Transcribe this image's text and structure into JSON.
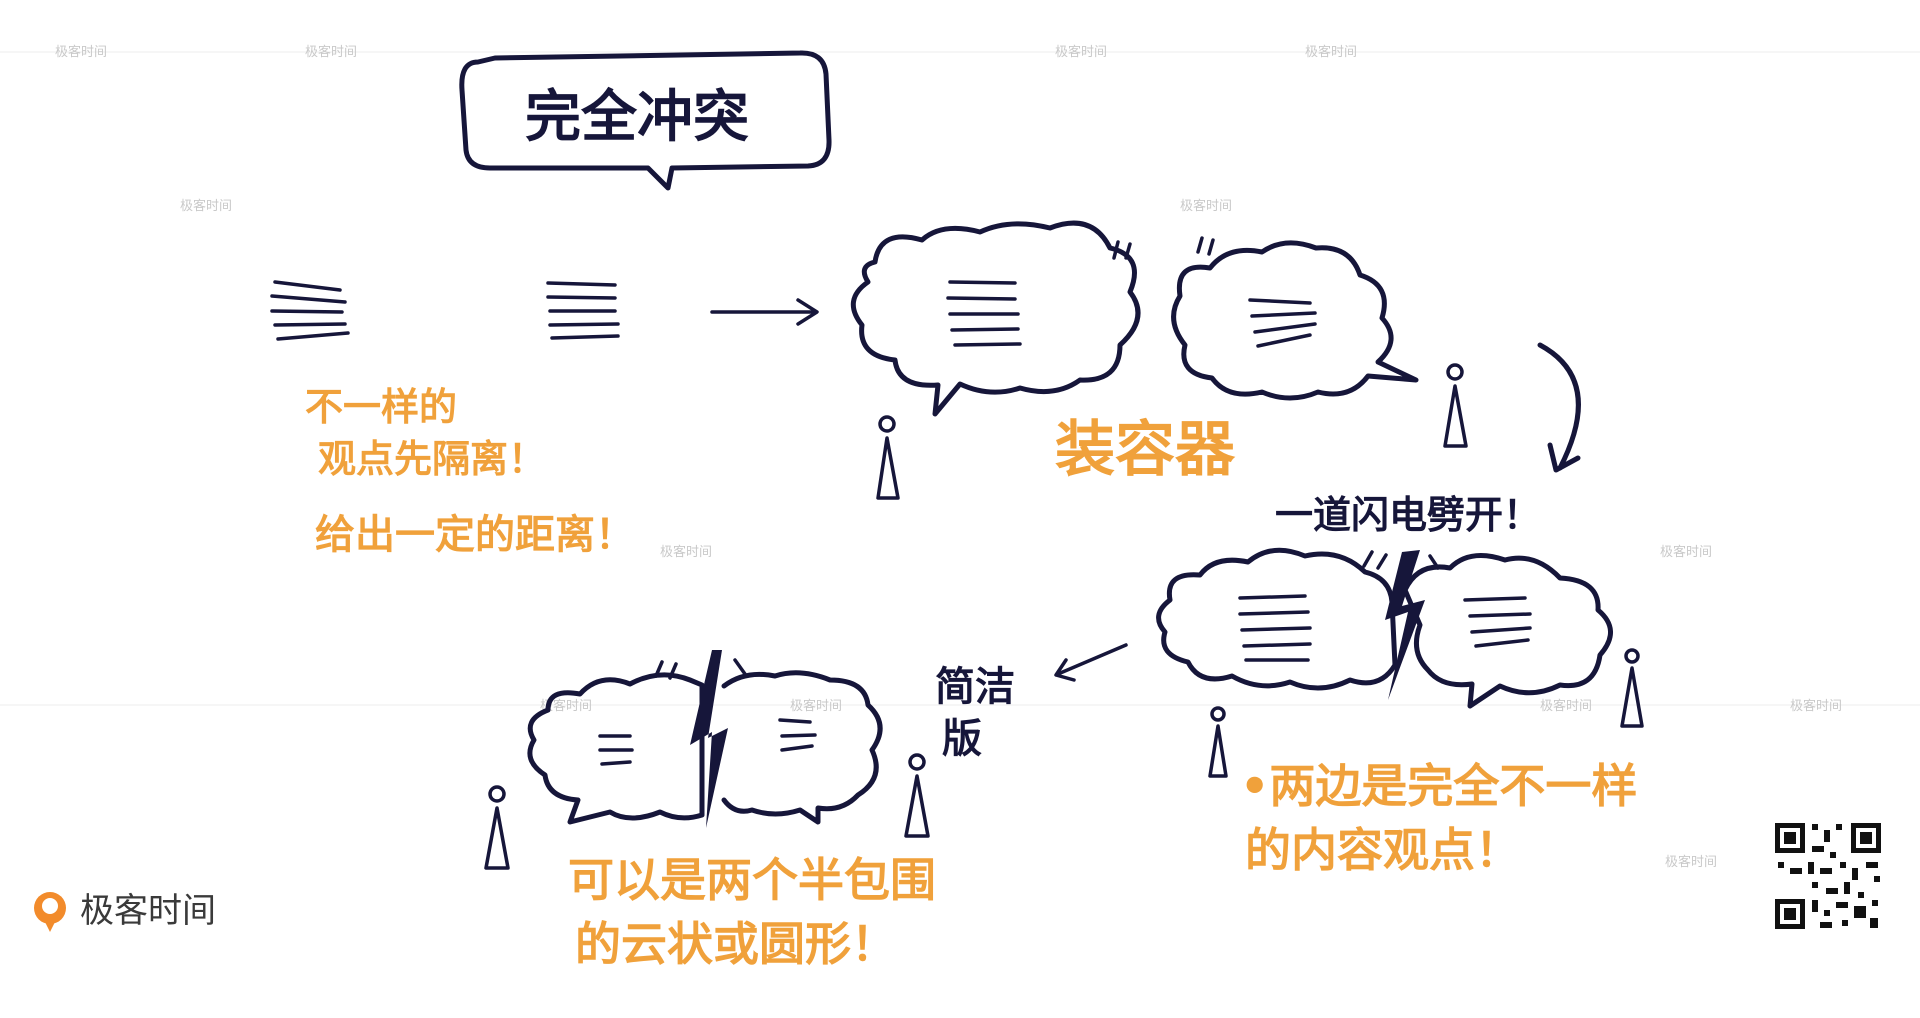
{
  "title": "完全冲突",
  "captions": {
    "different_views": [
      "不一样的",
      "观点先隔离！",
      "给出一定的距离！"
    ],
    "container": "装容器",
    "lightning": "一道闪电劈开！",
    "simple": [
      "简洁",
      "版"
    ],
    "completely_different": [
      "•两边是完全不一样",
      "的内容观点！"
    ],
    "half_wrap": [
      "可以是两个半包围",
      "的云状或圆形！"
    ]
  },
  "brand": {
    "logo_text": "极客时间",
    "watermark": "极客时间",
    "accent_color": "#f0a13b",
    "ink_color": "#16163a"
  },
  "icons": [
    "speech-bubble-icon",
    "cloud-icon",
    "person-icon",
    "lightning-icon",
    "arrow-icon",
    "qr-code-icon",
    "brand-logo-icon"
  ]
}
